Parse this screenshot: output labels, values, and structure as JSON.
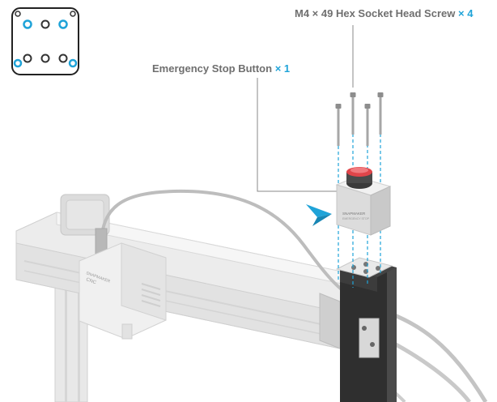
{
  "callouts": {
    "screw": {
      "label": "M4 × 49 Hex Socket Head Screw",
      "quantity": "× 4"
    },
    "button": {
      "label": "Emergency Stop Button",
      "quantity": "× 1"
    }
  },
  "module_label": {
    "brand": "SNAPMAKER",
    "name": "CNC"
  },
  "estop_label": {
    "brand": "SNAPMAKER",
    "name": "EMERGENCY STOP"
  },
  "colors": {
    "accent": "#1fa3d8",
    "rail": "#e7e7e7",
    "rail_shadow": "#cfcfcf",
    "dark_metal": "#3a3a3a",
    "button_red": "#e0454a",
    "text_gray": "#6f6f6f"
  },
  "icons": {
    "arrow": "blue-arrow-icon"
  }
}
